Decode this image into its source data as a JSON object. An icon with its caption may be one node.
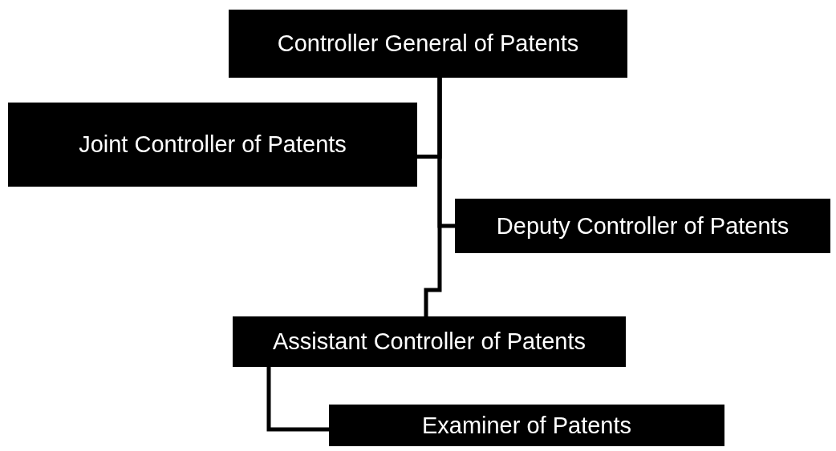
{
  "diagram": {
    "nodes": [
      {
        "text": [
          "Controller General of Patents"
        ]
      },
      {
        "text": [
          "Joint Controller of Patents"
        ]
      },
      {
        "text": [
          "Deputy Controller of Patents"
        ]
      },
      {
        "text": [
          "Assistant Controller of Patents"
        ]
      },
      {
        "text": [
          "Examiner of Patents"
        ]
      }
    ],
    "edges": [
      {
        "from": 0,
        "to": 1,
        "arrow": "none"
      },
      {
        "from": 0,
        "to": 2,
        "arrow": "none"
      },
      {
        "from": 0,
        "to": 3,
        "arrow": "none"
      },
      {
        "from": 3,
        "to": 4,
        "arrow": "none"
      }
    ]
  }
}
